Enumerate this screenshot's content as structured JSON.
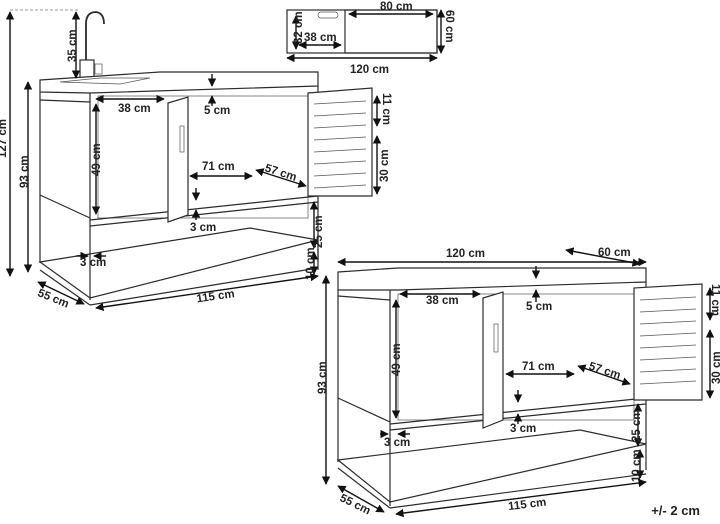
{
  "top_view": {
    "depth": "60 cm",
    "width": "120 cm",
    "sink_width": "80 cm",
    "sink_offset": "32 cm",
    "sink_depth": "38 cm"
  },
  "sink_unit": {
    "total_height": "127 cm",
    "counter_height": "93 cm",
    "faucet_height": "35 cm",
    "inner_width": "38 cm",
    "top_gap": "5 cm",
    "inner_height": "49 cm",
    "shelf_width": "71 cm",
    "shelf_depth": "57 cm",
    "shelf_gap": "3 cm",
    "door_top": "11 cm",
    "door_mid": "30 cm",
    "lower_gap": "25 cm",
    "leg_height": "10 cm",
    "side_gap": "3 cm",
    "base_depth": "55 cm",
    "base_width": "115 cm"
  },
  "plain_unit": {
    "top_width": "120 cm",
    "top_depth": "60 cm",
    "inner_width": "38 cm",
    "top_gap": "5 cm",
    "counter_height": "93 cm",
    "inner_height": "49 cm",
    "shelf_width": "71 cm",
    "shelf_depth": "57 cm",
    "shelf_gap": "3 cm",
    "door_top": "11 cm",
    "door_mid": "30 cm",
    "side_gap": "3 cm",
    "lower_gap": "25 cm",
    "leg_height": "10 cm",
    "base_depth": "55 cm",
    "base_width": "115 cm"
  },
  "tolerance": "+/- 2 cm"
}
